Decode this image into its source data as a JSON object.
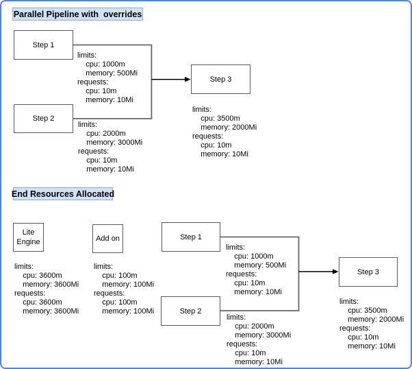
{
  "colors": {
    "frame_border": "#4a86e8",
    "title_fill": "#cfe2f3",
    "title_border": "#8eaadb"
  },
  "pipeline_section": {
    "title": "Parallel Pipeline with  overrides",
    "step1": {
      "label": "Step 1",
      "resources": [
        "limits:",
        "    cpu: 1000m",
        "    memory: 500Mi",
        "requests:",
        "    cpu: 10m",
        "    memory: 10Mi"
      ]
    },
    "step2": {
      "label": "Step 2",
      "resources": [
        "limits:",
        "    cpu: 2000m",
        "    memory: 3000Mi",
        "requests:",
        "    cpu: 10m",
        "    memory: 10Mi"
      ]
    },
    "step3": {
      "label": "Step 3",
      "resources": [
        "limits:",
        "    cpu: 3500m",
        "    memory: 2000Mi",
        "requests:",
        "    cpu: 10m",
        "    memory: 10Mi"
      ]
    }
  },
  "end_section": {
    "title": "End Resources Allocated",
    "lite_engine": {
      "label_lines": [
        "Lite",
        "Engine"
      ],
      "resources": [
        "limits:",
        "    cpu: 3600m",
        "    memory: 3600Mi",
        "requests:",
        "    cpu: 3600m",
        "    memory: 3600Mi"
      ]
    },
    "add_on": {
      "label": "Add on",
      "resources": [
        "limits:",
        "    cpu: 100m",
        "    memory: 100Mi",
        "requests:",
        "    cpu: 100m",
        "    memory: 100Mi"
      ]
    },
    "step1": {
      "label": "Step 1",
      "resources": [
        "limits:",
        "    cpu: 1000m",
        "    memory: 500Mi",
        "requests:",
        "    cpu: 10m",
        "    memory: 10Mi"
      ]
    },
    "step2": {
      "label": "Step 2",
      "resources": [
        "limits:",
        "    cpu: 2000m",
        "    memory: 3000Mi",
        "requests:",
        "    cpu: 10m",
        "    memory: 10Mi"
      ]
    },
    "step3": {
      "label": "Step 3",
      "resources": [
        "limits:",
        "    cpu: 3500m",
        "    memory: 2000Mi",
        "requests:",
        "    cpu: 10m",
        "    memory: 10Mi"
      ]
    }
  }
}
